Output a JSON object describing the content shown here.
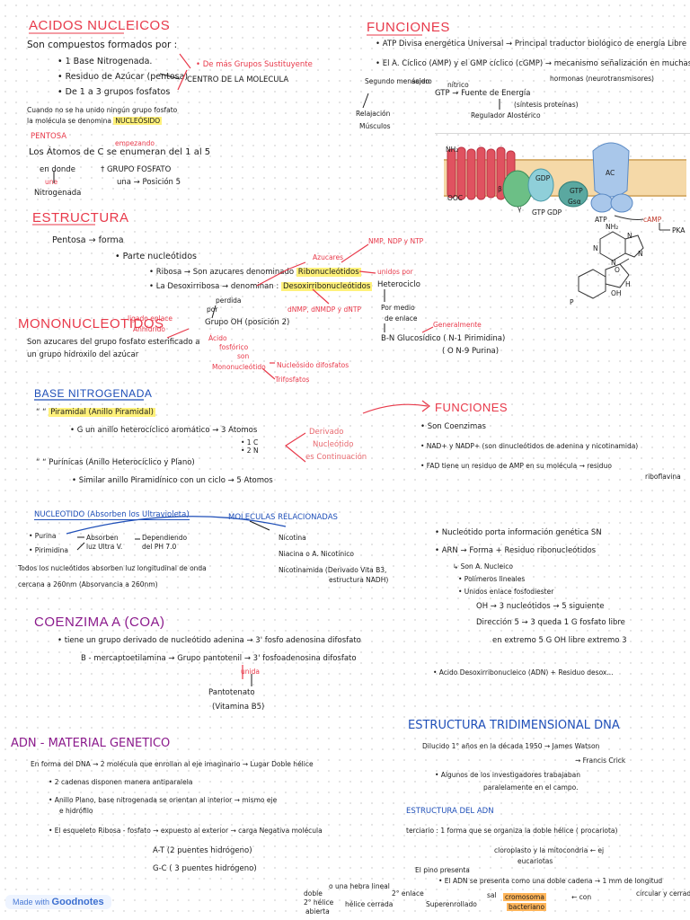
{
  "col1": {
    "title": "ACIDOS NUCLEICOS",
    "intro": "Son compuestos formados por :",
    "items": [
      "• 1 Base Nitrogenada.",
      "• Residuo de Azúcar (pentosa)",
      "• De 1 a 3 grupos fosfatos"
    ],
    "side1": "• De más Grupos Sustituyente",
    "side2": "CENTRO DE LA MOLECULA",
    "nucleosido_note_1": "Cuando no se ha unido ningún grupo fosfato",
    "nucleosido_note_2": "la molécula se denomina",
    "nucleosido": "NUCLEÓSIDO",
    "pentosa": "PENTOSA",
    "empezando": "empezando",
    "atomos": "Los Átomos de C se enumeran del 1 al 5",
    "endonde": "en donde",
    "une": "une",
    "grupofosfato": "† GRUPO FOSFATO",
    "posicion5": "una → Posición 5",
    "nitrogenada": "Nitrogenada"
  },
  "funciones": {
    "title": "FUNCIONES",
    "atp": "• ATP Divisa energética Universal → Principal traductor biológico de energía Libre",
    "elac": "• El A. Cíclico (AMP) y el GMP cíclico (cGMP) → mecanismo señalización en muchas",
    "hormonas": "hormonas (neurotransmisores)",
    "segundo": "Segundo mensajero",
    "acido": "ácido",
    "nitrico": "nítrico",
    "gtp": "GTP → Fuente de Energía",
    "sintesis": "(síntesis proteínas)",
    "relajacion": "Relajación",
    "musculos": "Músculos",
    "regulador": "Regulador Alostérico"
  },
  "figure": {
    "labels": [
      "NH₂",
      "AC",
      "GDP",
      "GTP",
      "Gsα",
      "ATP",
      "cAMP",
      "PKA",
      "GTP GDP",
      "OOC",
      "γ",
      "β"
    ],
    "ring": [
      "NH₂",
      "N",
      "N",
      "N",
      "N",
      "O",
      "H",
      "OH",
      "P"
    ]
  },
  "estructura": {
    "title": "ESTRUCTURA",
    "pentosa": "Pentosa → forma",
    "parte": "• Parte nucleótidos",
    "ribosa": "• Ribosa → Son azucares denominado",
    "ribonucleotidos": "Ribonucleótidos",
    "desoxi": "• La Desoxirribosa → denominan :",
    "desoxinuc": "Desoxirribonucleótidos",
    "azucares": "Azucares",
    "nmp": "NMP, NDP y NTP",
    "unidos": "unidos por",
    "heterociclo": "Heterociclo",
    "dnmp": "dNMP, dNMDP y dNTP",
    "perdida": "perdida",
    "mono": "por",
    "grupoOH": "Grupo OH (posición 2)",
    "pormedio": "Por medio",
    "enlace": "de enlace",
    "bn": "B-N Glucosídico ( N-1 Pirimidina)",
    "n9": "( O N-9 Purina)",
    "generalmente": "Generalmente"
  },
  "mono": {
    "title": "MONONUCLEOTIDOS",
    "ligado": "ligado enlace",
    "anhidrido": "Anhídrido",
    "def1": "Son azucares del grupo fosfato esterificado a",
    "def2": "un grupo hidroxilo del azúcar",
    "acido": "Ácido",
    "fosforico": "fosfórico",
    "son": "son",
    "mononucleotido": "Mononucleótido",
    "difosfatos": "Nucleósido difosfatos",
    "trifosfatos": "Trifosfatos"
  },
  "base": {
    "title": "BASE NITROGENADA",
    "pirimidinas": "Piramidal (Anillo Piramidal)",
    "g": "• G un anillo heterocíclico aromático → 3 Atomos",
    "c1": "• 1 C",
    "n2": "• 2 N",
    "purinicas": "Purínicas (Anillo Heterocíclico y Plano)",
    "similar": "• Similar anillo Piramidínico con un ciclo → 5 Atomos",
    "derivado1": "Derivado",
    "derivado2": "Nucleótido",
    "derivado3": "es Continuación"
  },
  "funciones2": {
    "title": "FUNCIONES",
    "coenz": "• Son Coenzimas",
    "nad": "• NAD+ y NADP+ (son dinucleótidos de adenina y nicotinamida)",
    "fad": "• FAD tiene un residuo de AMP en su molécula → residuo",
    "riboflavina": "riboflavina"
  },
  "nucleotido": {
    "title": "NUCLEOTIDO (Absorben los Ultravioleta)",
    "purina": "• Purina",
    "pirimidina": "• Pirimidina",
    "absorben": "Absorben",
    "luz": "luz Ultra V.",
    "dependiendo": "Dependiendo",
    "ph": "del PH 7.0",
    "todos": "Todos los nucleótidos absorben luz longitudinal de onda",
    "cercana": "cercana a 260nm (Absorvancia a 260nm)"
  },
  "moleculas": {
    "title": "MOLECULAS RELACIONADAS",
    "nicotina": "Nicotina",
    "niacina": "Niacina o A. Nicotínico",
    "nicotinamida": "Nicotinamida (Derivado Vita B3,",
    "nadh": "estructura NADH)"
  },
  "adn_right": {
    "nucleotido": "• Nucleótido porta información genética SN",
    "arn": "• ARN → Forma + Residuo ribonucleótidos",
    "son": "↳ Son A. Nucleico",
    "poli": "• Polímeros lineales",
    "unidos": "• Unidos enlace fosfodiester",
    "oh": "OH → 3 nucleótidos → 5 siguiente",
    "direccion": "Dirección 5 → 3 queda 1 G fosfato libre",
    "extremo": "en extremo 5   G OH libre extremo 3",
    "acido": "• Acido Desoxirribonucleico (ADN) + Residuo desox..."
  },
  "coenzima": {
    "title": "COENZIMA A (COA)",
    "tiene": "• tiene un grupo derivado de nucleótido adenina → 3' fosfo adenosina difosfato",
    "beta": "B - mercaptoetilamina → Grupo pantotenil → 3' fosfoadenosina difosfato",
    "unida": "unida",
    "pantotenato": "Pantotenato",
    "vitamina": "(Vitamina B5)"
  },
  "adn": {
    "title": "ADN - MATERIAL GENETICO",
    "forma": "En forma del DNA → 2 molécula que enrollan al eje imaginario → Lugar Doble hélice",
    "cadenas1": "• 2 cadenas disponen manera antiparalela",
    "anillo": "• Anillo Plano, base nitrogenada se orientan al interior → mismo eje",
    "hidrofilo": "e hidrófilo",
    "esqueleto": "• El esqueleto Ribosa - fosfato → expuesto al exterior → carga Negativa molécula",
    "at": "A-T (2 puentes hidrógeno)",
    "gc": "G-C ( 3 puentes hidrógeno)"
  },
  "tridim": {
    "title": "ESTRUCTURA TRIDIMENSIONAL DNA",
    "dilucido": "Dilucido 1° años en la década 1950 → James Watson",
    "crick": "→ Francis Crick",
    "algunos": "• Algunos de los investigadores trabajaban",
    "paralelamente": "paralelamente en el campo."
  },
  "estruct_adn": {
    "title": "ESTRUCTURA DEL ADN",
    "terciario": "terciario : 1 forma que se organiza la doble hélice ( procariota)",
    "cloroplasto": "cloroplasto y la mitocondria ← ej",
    "eucariotas": "eucariotas",
    "adn": "• El ADN se presenta como una doble cadena → 1 mm de longitud",
    "circular": "circular y cerrada",
    "con": "← con",
    "cromosoma": "cromosoma",
    "bacteriano": "bacteriano",
    "superenrollado": "Superenrollado",
    "el_pino": "El pino presenta",
    "enlace2": "2° enlace",
    "una_hebra": "o una hebra lineal",
    "helice_cerrada": "hélice cerrada",
    "doble": "doble",
    "helice": "2° hélice",
    "abierta": "abierta",
    "sal": "sal"
  },
  "badge": {
    "made": "Made with",
    "app": "Goodnotes"
  }
}
